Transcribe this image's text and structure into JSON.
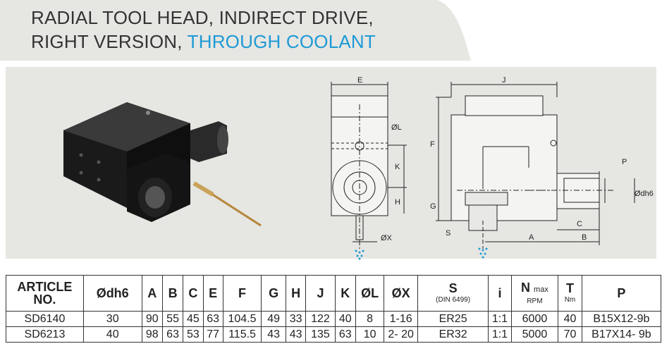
{
  "header": {
    "title_line1": "RADIAL TOOL HEAD, INDIRECT DRIVE,",
    "title_line2_prefix": "RIGHT VERSION, ",
    "title_line2_accent": "THROUGH COOLANT",
    "accent_color": "#1e9ad6",
    "band_color": "#e6e6e2"
  },
  "drawing": {
    "front_labels": {
      "e": "E",
      "dl": "ØL",
      "k": "K",
      "h": "H",
      "dx": "ØX"
    },
    "side_labels": {
      "j": "J",
      "f": "F",
      "g": "G",
      "s": "S",
      "p": "P",
      "dh6": "Ødh6",
      "c": "C",
      "a": "A",
      "b": "B"
    }
  },
  "table": {
    "headers": {
      "article": "ARTICLE NO.",
      "dh6": "Ødh6",
      "a": "A",
      "b": "B",
      "c": "C",
      "e": "E",
      "f": "F",
      "g": "G",
      "h": "H",
      "j": "J",
      "k": "K",
      "l": "ØL",
      "x": "ØX",
      "s": "S",
      "s_sub": "(DIN 6499)",
      "i": "i",
      "n": "N",
      "n_sup": "max",
      "n_sub": "RPM",
      "t": "T",
      "t_sub": "Nm",
      "p": "P"
    },
    "rows": [
      [
        "SD6140",
        "30",
        "90",
        "55",
        "45",
        "63",
        "104.5",
        "49",
        "33",
        "122",
        "40",
        "8",
        "1-16",
        "ER25",
        "1:1",
        "6000",
        "40",
        "B15X12-9b"
      ],
      [
        "SD6213",
        "40",
        "98",
        "63",
        "53",
        "77",
        "115.5",
        "43",
        "43",
        "135",
        "63",
        "10",
        "2- 20",
        "ER32",
        "1:1",
        "5000",
        "70",
        "B17X14- 9b"
      ]
    ]
  }
}
